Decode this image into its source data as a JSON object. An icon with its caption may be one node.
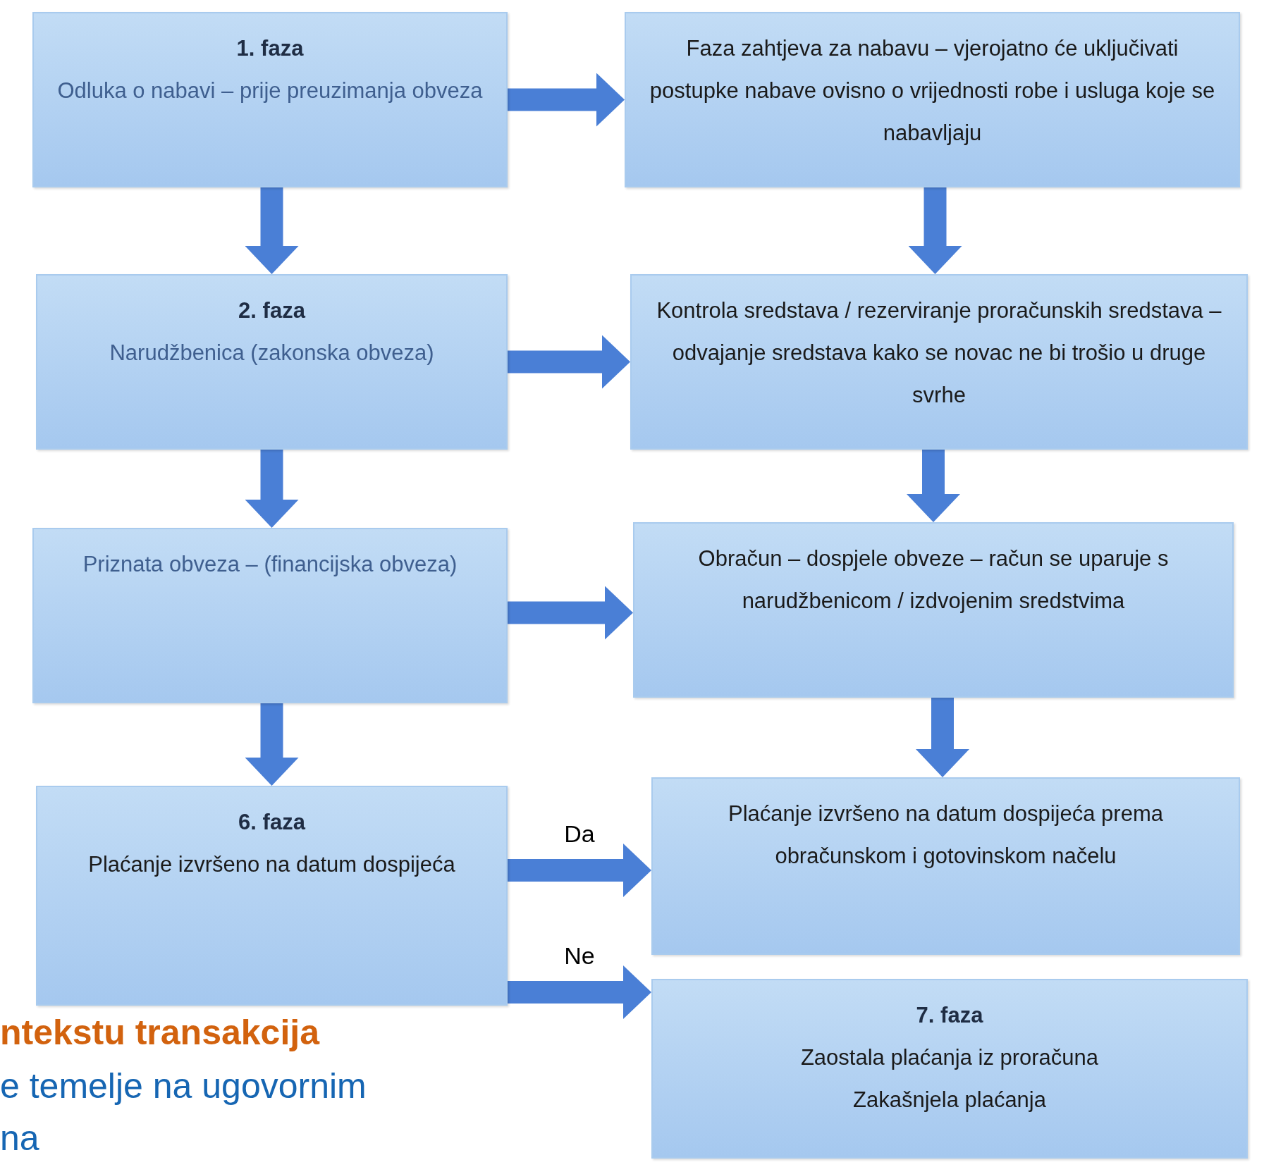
{
  "diagram": {
    "nodes": [
      {
        "text": [
          "1. faza",
          "Odluka o nabavi – prije preuzimanja obveza"
        ]
      },
      {
        "text": [
          "Faza zahtjeva za nabavu – vjerojatno će uključivati postupke nabave ovisno o vrijednosti robe i usluga koje se nabavljaju"
        ]
      },
      {
        "text": [
          "2. faza",
          "Narudžbenica (zakonska obveza)"
        ]
      },
      {
        "text": [
          "Kontrola sredstava / rezerviranje proračunskih sredstava – odvajanje sredstava kako se novac ne bi trošio u druge svrhe"
        ]
      },
      {
        "text": [
          "Priznata obveza – (financijska obveza)"
        ]
      },
      {
        "text": [
          "Obračun – dospjele obveze – račun se uparuje s narudžbenicom / izdvojenim sredstvima"
        ]
      },
      {
        "text": [
          "6. faza",
          "Plaćanje izvršeno na datum dospijeća"
        ]
      },
      {
        "text": [
          "Plaćanje izvršeno na datum dospijeća prema obračunskom i gotovinskom načelu"
        ]
      },
      {
        "text": [
          "7. faza",
          "Zaostala plaćanja iz proračuna",
          "Zakašnjela plaćanja"
        ]
      }
    ],
    "edges": [
      {
        "from": 0,
        "to": 1,
        "arrow": "to"
      },
      {
        "from": 0,
        "to": 2,
        "arrow": "to"
      },
      {
        "from": 1,
        "to": 3,
        "arrow": "to"
      },
      {
        "from": 2,
        "to": 3,
        "arrow": "to"
      },
      {
        "from": 2,
        "to": 4,
        "arrow": "to"
      },
      {
        "from": 3,
        "to": 5,
        "arrow": "to"
      },
      {
        "from": 4,
        "to": 5,
        "arrow": "to"
      },
      {
        "from": 4,
        "to": 6,
        "arrow": "to"
      },
      {
        "from": 5,
        "to": 7,
        "arrow": "to"
      },
      {
        "from": 6,
        "to": 7,
        "arrow": "to",
        "label": "Da"
      },
      {
        "from": 6,
        "to": 8,
        "arrow": "to",
        "label": "Ne"
      }
    ],
    "labels": [
      "ntekstu transakcija",
      "e temelje na ugovornim",
      "na"
    ]
  }
}
